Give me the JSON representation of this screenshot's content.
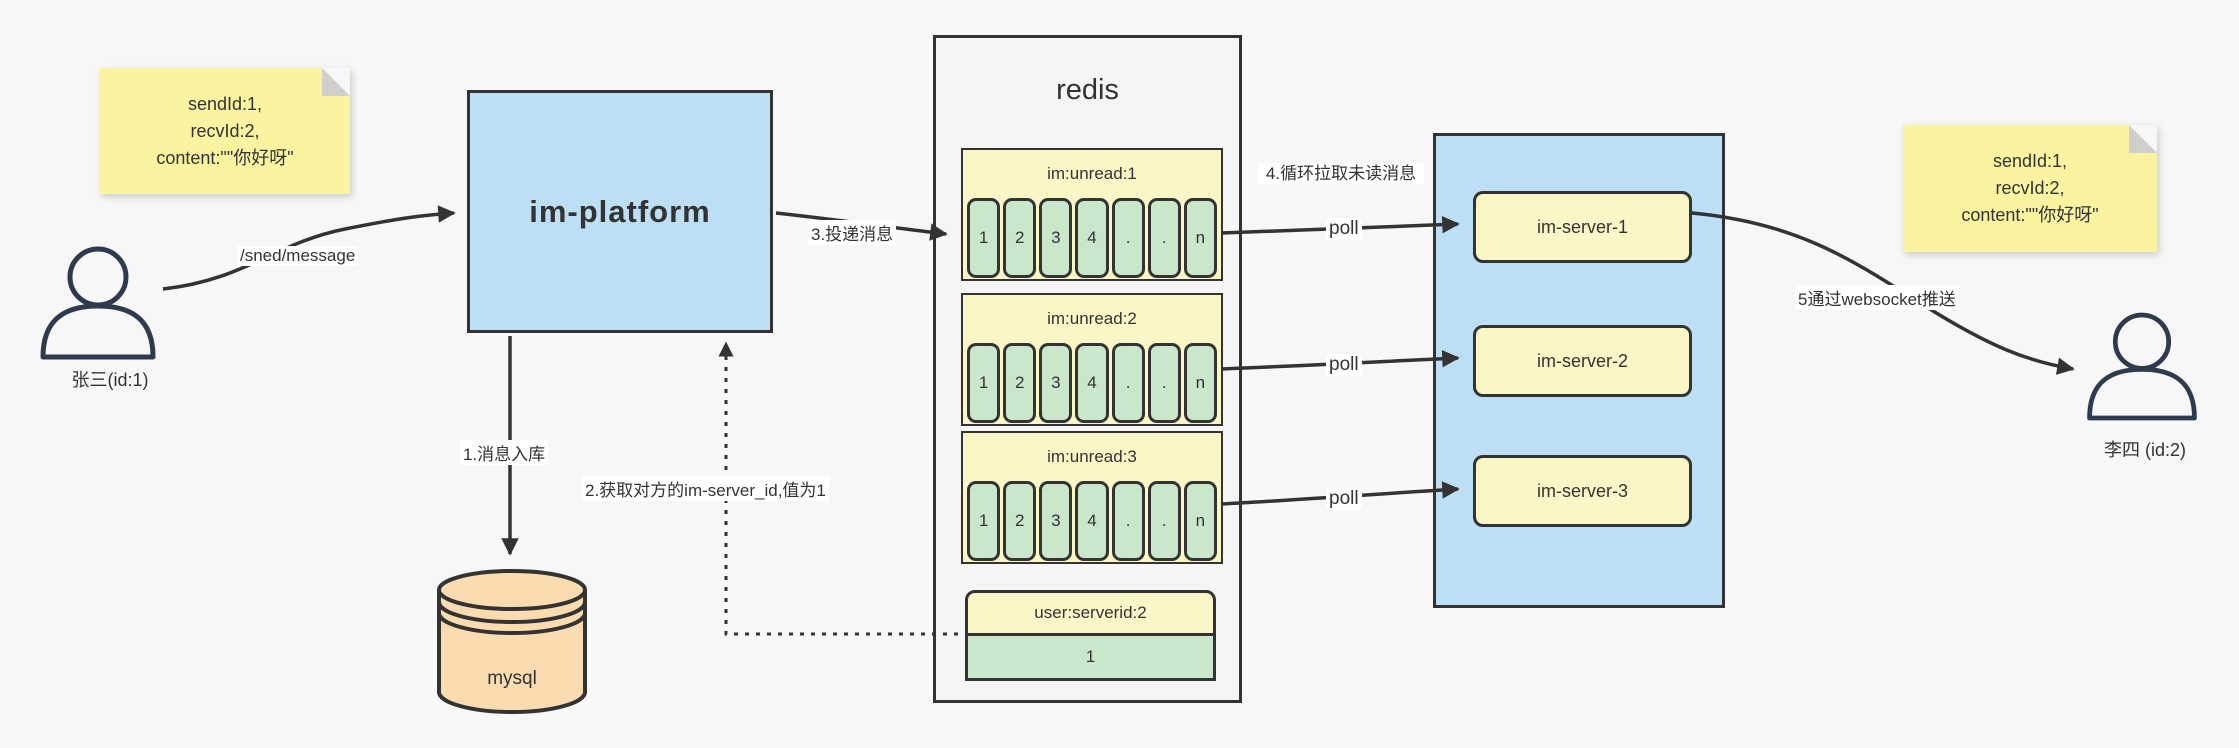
{
  "colors": {
    "background": "#f7f7f7",
    "ink": "#333333",
    "note_yellow": "#faf4a0",
    "panel_yellow": "#fbf6c6",
    "cell_green": "#cbe7cb",
    "box_blue": "#bddff6",
    "mysql_tan": "#fadcb0",
    "redis_gray": "#f5f5f5"
  },
  "actors": {
    "sender": {
      "label": "张三(id:1)"
    },
    "receiver": {
      "label": "李四 (id:2)"
    }
  },
  "notes": {
    "left": {
      "lines": [
        "sendId:1,",
        "recvId:2,",
        "content:\"\"你好呀\""
      ]
    },
    "right": {
      "lines": [
        "sendId:1,",
        "recvId:2,",
        "content:\"\"你好呀\""
      ]
    }
  },
  "platform": {
    "label": "im-platform"
  },
  "database": {
    "label": "mysql"
  },
  "redis": {
    "title": "redis",
    "queues": [
      {
        "header": "im:unread:1",
        "cells": [
          "1",
          "2",
          "3",
          "4",
          ".",
          ".",
          "n"
        ]
      },
      {
        "header": "im:unread:2",
        "cells": [
          "1",
          "2",
          "3",
          "4",
          ".",
          ".",
          "n"
        ]
      },
      {
        "header": "im:unread:3",
        "cells": [
          "1",
          "2",
          "3",
          "4",
          ".",
          ".",
          "n"
        ]
      }
    ],
    "kv": {
      "header": "user:serverid:2",
      "value": "1"
    }
  },
  "cluster": {
    "servers": [
      {
        "label": "im-server-1"
      },
      {
        "label": "im-server-2"
      },
      {
        "label": "im-server-3"
      }
    ]
  },
  "edges": {
    "send": {
      "label": "/sned/message"
    },
    "store": {
      "label": "1.消息入库"
    },
    "lookup": {
      "label": "2.获取对方的im-server_id,值为1"
    },
    "deliver": {
      "label": "3.投递消息"
    },
    "pull": {
      "label": "4.循环拉取未读消息"
    },
    "poll": {
      "label": "poll"
    },
    "push": {
      "label": "5通过websocket推送"
    }
  }
}
